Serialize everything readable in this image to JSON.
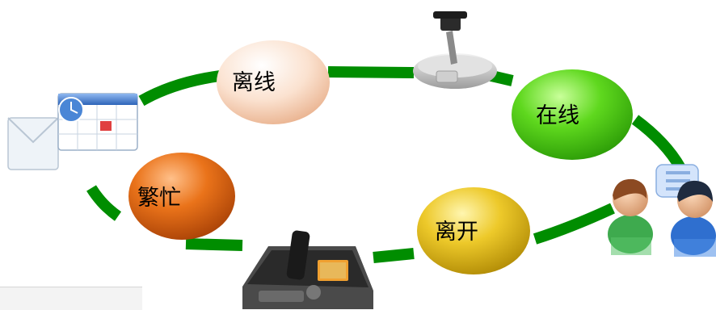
{
  "statuses": {
    "offline": {
      "label": "离线",
      "color": "#f6cdb3"
    },
    "online": {
      "label": "在线",
      "color": "#4fcf17"
    },
    "away": {
      "label": "离开",
      "color": "#e7c21a"
    },
    "busy": {
      "label": "繁忙",
      "color": "#e06a12"
    }
  },
  "ring_color": "#008d00",
  "icons": [
    "microphone-icon",
    "contacts-chat-icon",
    "desk-phone-icon",
    "calendar-email-icon"
  ]
}
